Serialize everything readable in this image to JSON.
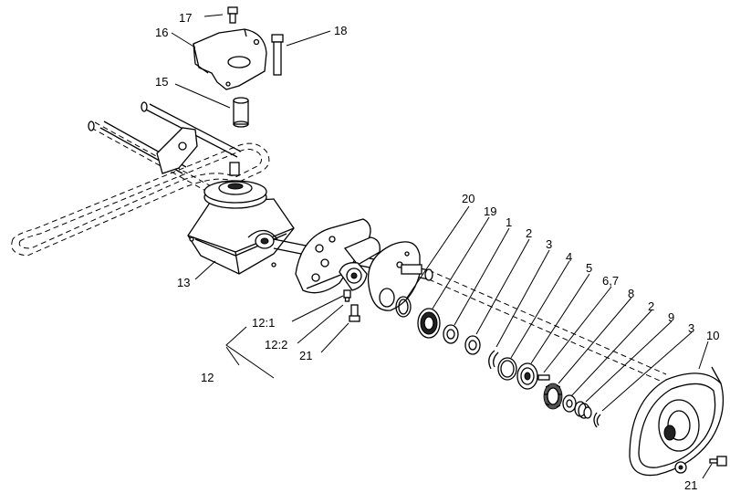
{
  "callouts": {
    "c17": "17",
    "c16": "16",
    "c18": "18",
    "c15": "15",
    "c13": "13",
    "c20": "20",
    "c19": "19",
    "c1": "1",
    "c2a": "2",
    "c3a": "3",
    "c4": "4",
    "c5": "5",
    "c67": "6,7",
    "c8": "8",
    "c2b": "2",
    "c9": "9",
    "c3b": "3",
    "c10": "10",
    "c12_1": "12:1",
    "c12_2": "12:2",
    "c21a": "21",
    "c12": "12",
    "c21b": "21"
  },
  "colors": {
    "line": "#000000",
    "background": "#ffffff"
  }
}
